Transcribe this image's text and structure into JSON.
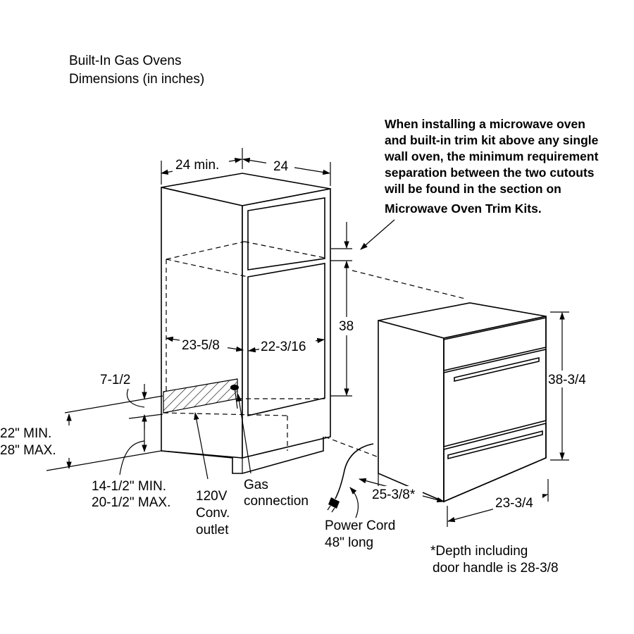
{
  "title": {
    "line1": "Built-In Gas Ovens",
    "line2": "Dimensions (in inches)"
  },
  "note_lines": [
    "When installing a microwave oven",
    "and built-in trim kit above any single",
    "wall oven, the minimum requirement",
    "separation between the two cutouts",
    "will be found in the section on",
    "Microwave Oven Trim Kits."
  ],
  "cabinet": {
    "depth_min": "24 min.",
    "width": "24",
    "cutout_height": "38",
    "cutout_depth": "23-5/8",
    "cutout_width": "22-3/16",
    "gap": "7-1/2",
    "floor_height_1": "22\" MIN.",
    "floor_height_2": "28\" MAX.",
    "base_height_1": "14-1/2\" MIN.",
    "base_height_2": "20-1/2\" MAX.",
    "outlet_1": "120V",
    "outlet_2": "Conv.",
    "outlet_3": "outlet",
    "gas_1": "Gas",
    "gas_2": "connection"
  },
  "oven": {
    "height": "38-3/4",
    "depth": "25-3/8*",
    "width": "23-3/4",
    "cord_1": "Power Cord",
    "cord_2": "48\" long",
    "footnote_1": "*Depth including",
    "footnote_2": "door handle is 28-3/8"
  }
}
